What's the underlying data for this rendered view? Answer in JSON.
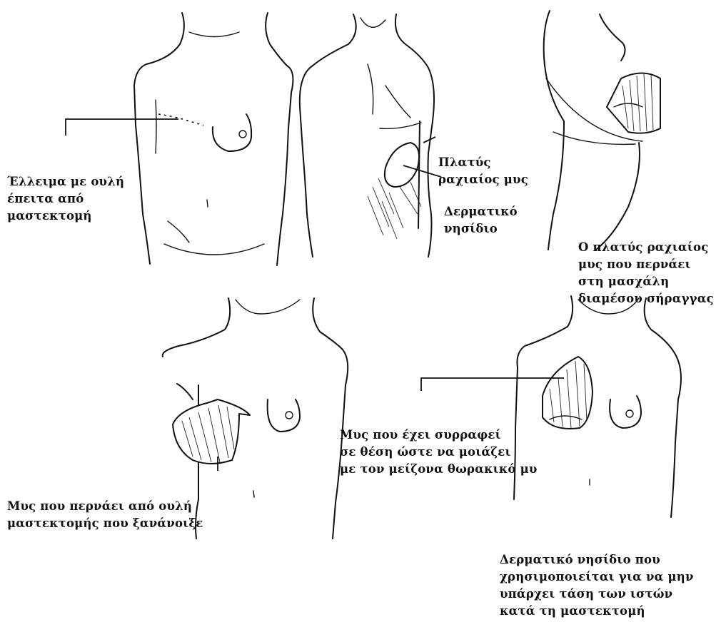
{
  "labels": {
    "defect": [
      "Έλλειμα με ουλή",
      "έπειτα από",
      "μαστεκτομή"
    ],
    "latissimus": [
      "Πλατύς",
      "ραχιαίος μυς"
    ],
    "skin_island": [
      "Δερματικό",
      "νησίδιο"
    ],
    "tunnel": [
      "Ο πλατύς ραχιαίος",
      "μυς που περνάει",
      "στη μασχάλη",
      "διαμέσου σήραγγας"
    ],
    "reopened": [
      "Μυς που περνάει από ουλή",
      "μαστεκτομής που ξανάνοιξε"
    ],
    "sutured": [
      "Μυς που έχει συρραφεί",
      "σε θέση ώστε να μοιάζει",
      "με τον μείζονα θωρακικό μυ"
    ],
    "skin_island_use": [
      "Δερματικό νησίδιο που",
      "χρησιμοποιείται για να μην",
      "υπάρχει τάση των ιστών",
      "κατά τη μαστεκτομή"
    ]
  },
  "colors": {
    "ink": "#111111",
    "background": "#ffffff"
  }
}
